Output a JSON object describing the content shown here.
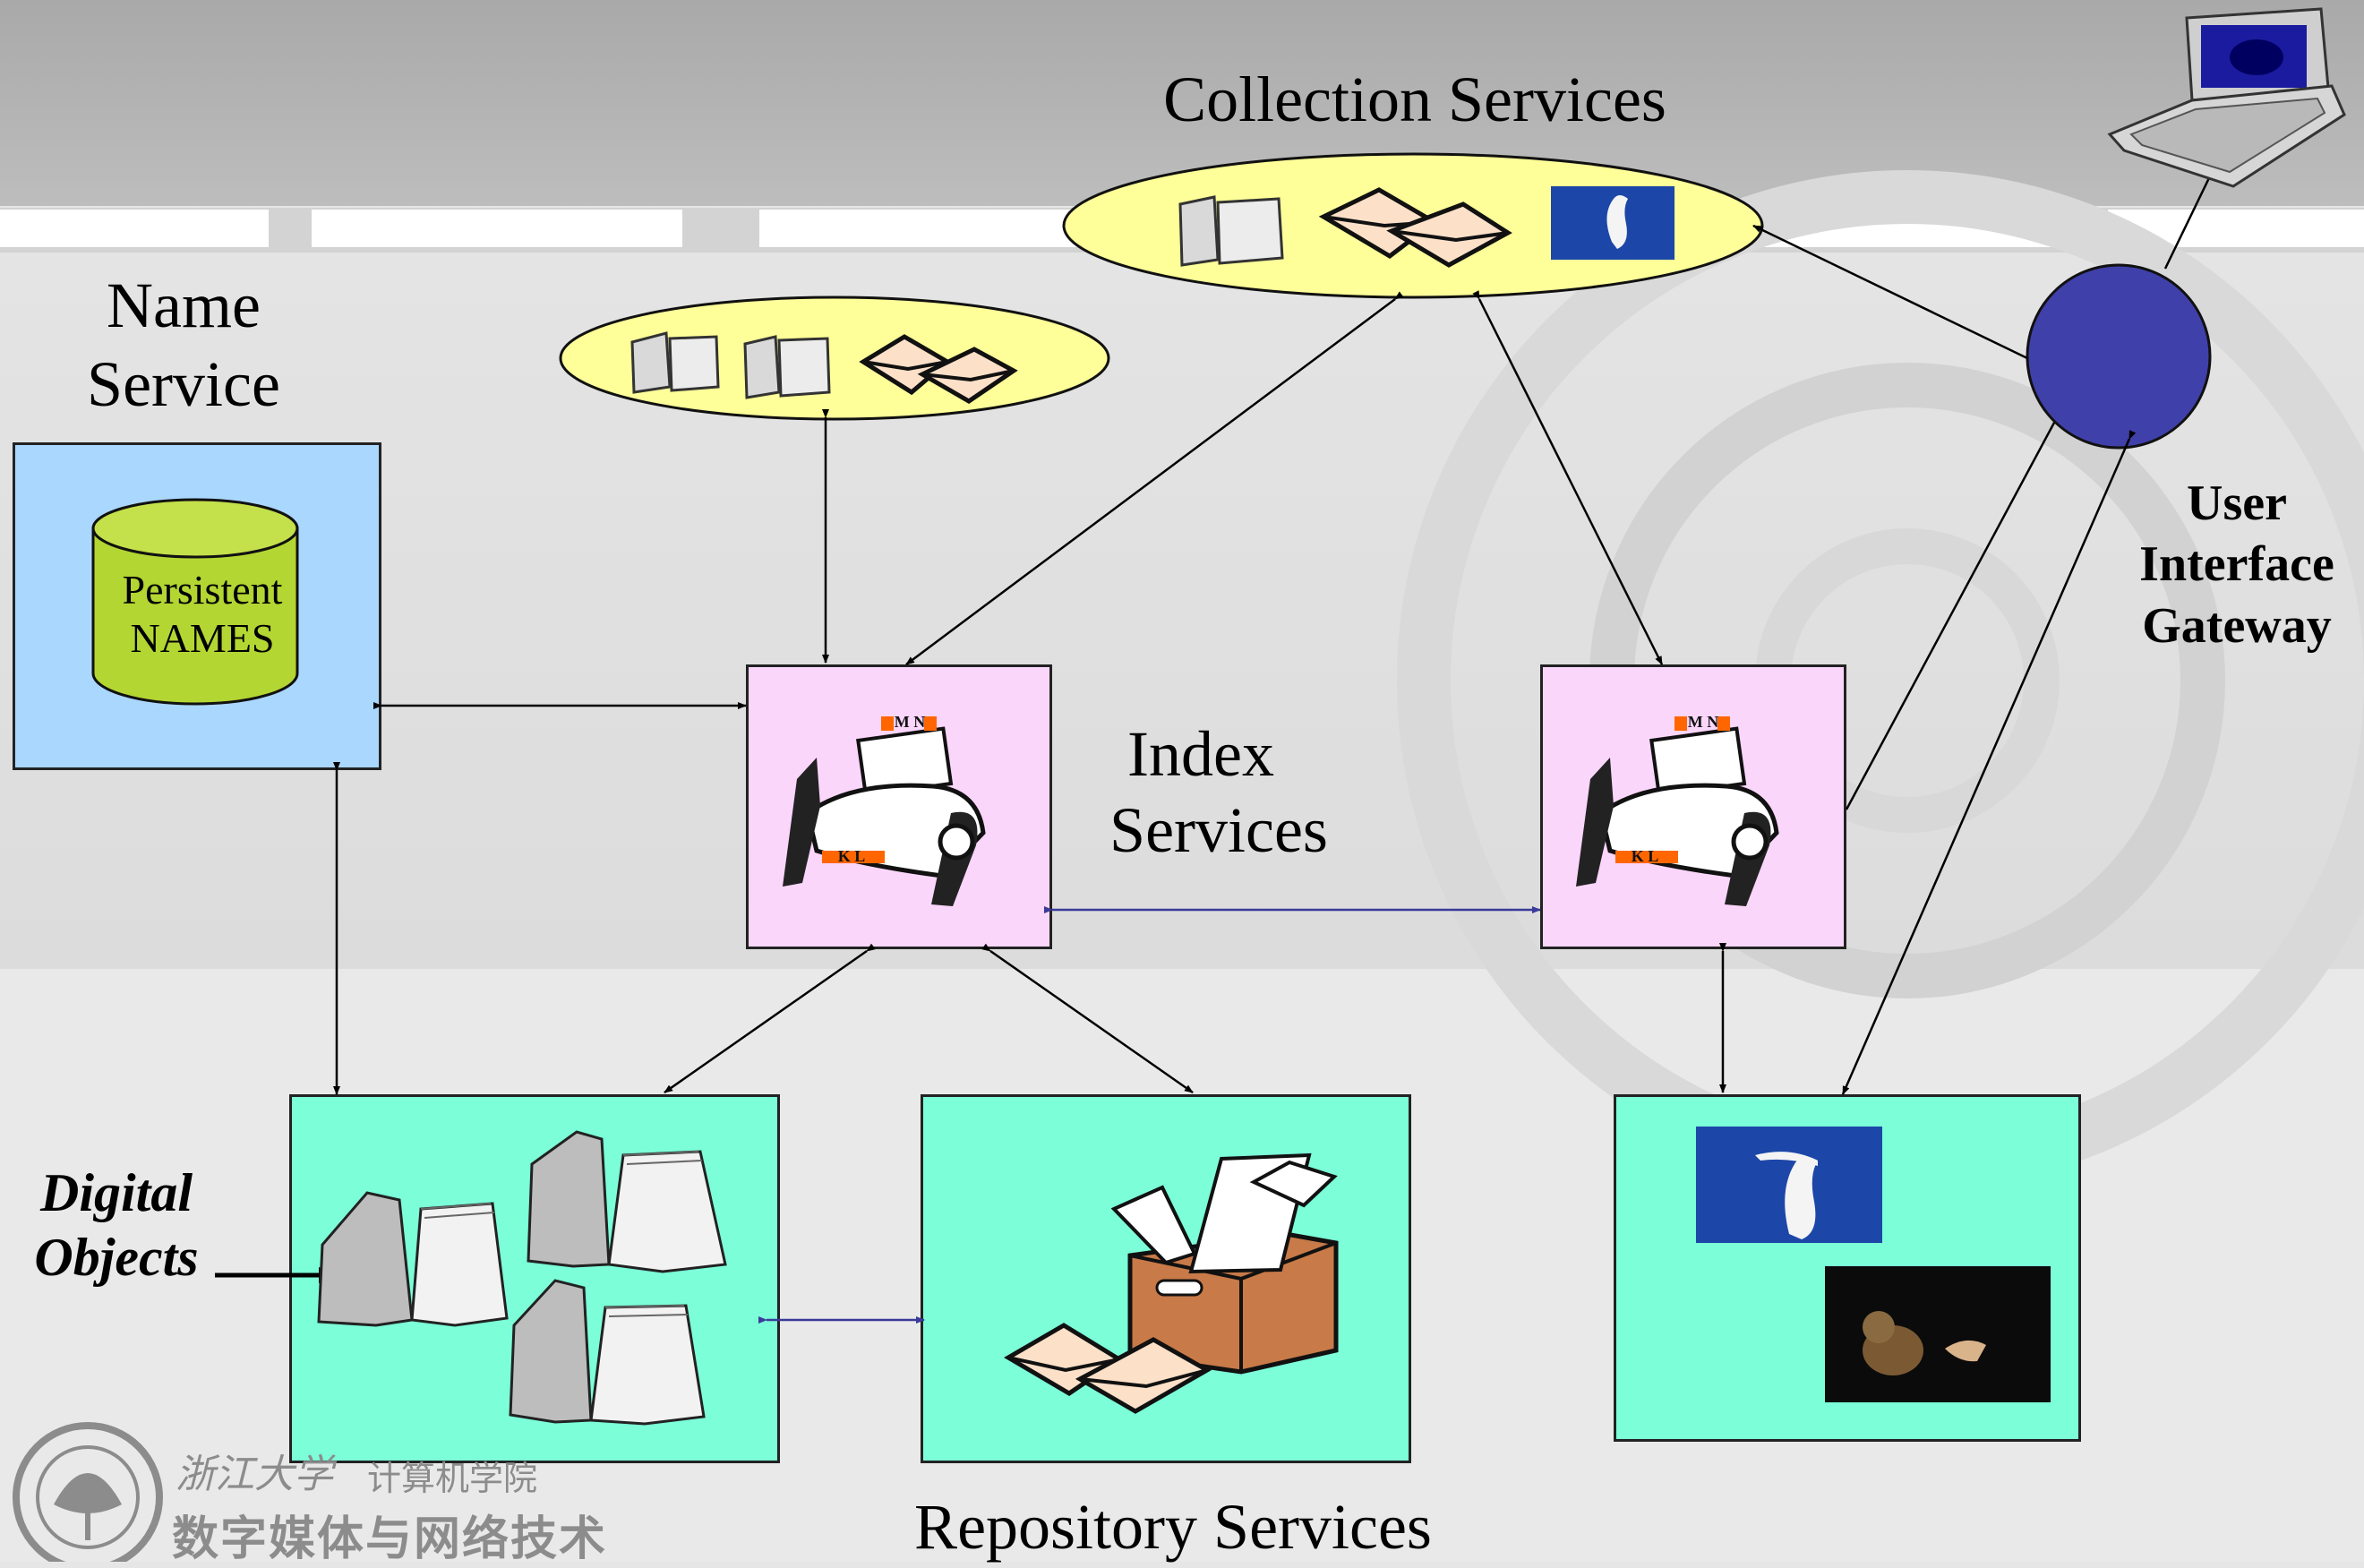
{
  "diagram": {
    "collection_services_label": "Collection Services",
    "name_service_label_line1": "Name",
    "name_service_label_line2": "Service",
    "persistent_names_line1": "Persistent",
    "persistent_names_line2": "NAMES",
    "index_services_line1": "Index",
    "index_services_line2": "Services",
    "user_interface_gateway_line1": "User",
    "user_interface_gateway_line2": "Interface",
    "user_interface_gateway_line3": "Gateway",
    "digital_objects_line1": "Digital",
    "digital_objects_line2": "Objects",
    "repository_services_label": "Repository Services",
    "index_card_letters_top": "M N",
    "index_card_letters_bottom": "K L"
  },
  "logo": {
    "university_name": "浙江大学",
    "college_name": "计算机学院",
    "department_name": "数字媒体与网络技术"
  },
  "colors": {
    "name_service_box": "#aad7fe",
    "cylinder": "#b3d633",
    "index_box": "#fbd6fb",
    "repository_box": "#7cffd9",
    "ellipse": "#ffff99",
    "gateway_circle": "#4040aa"
  }
}
